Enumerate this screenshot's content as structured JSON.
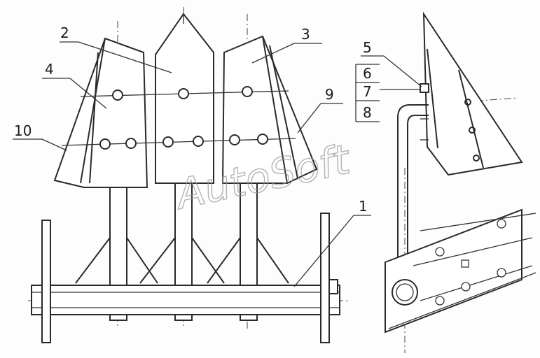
{
  "callouts": [
    {
      "id": "2",
      "label": "2"
    },
    {
      "id": "3",
      "label": "3"
    },
    {
      "id": "4",
      "label": "4"
    },
    {
      "id": "10",
      "label": "10"
    },
    {
      "id": "9",
      "label": "9"
    },
    {
      "id": "1",
      "label": "1"
    },
    {
      "id": "5",
      "label": "5"
    },
    {
      "id": "6",
      "label": "6"
    },
    {
      "id": "7",
      "label": "7"
    },
    {
      "id": "8",
      "label": "8"
    }
  ],
  "watermark": "AutoSoft"
}
